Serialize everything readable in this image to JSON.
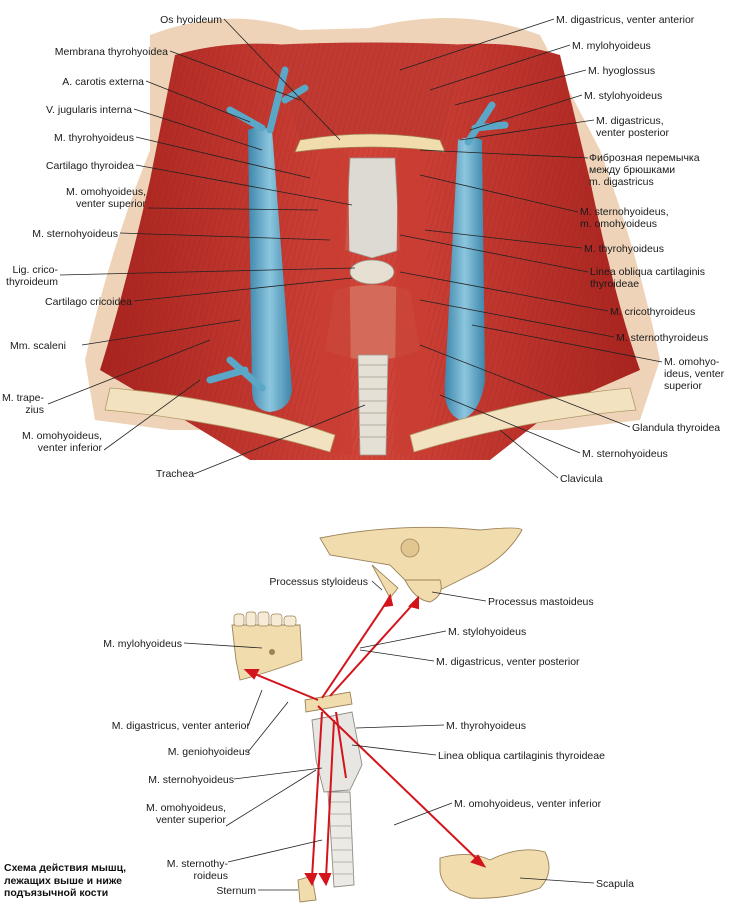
{
  "top_labels": {
    "os_hyoideum": "Os hyoideum",
    "membrana_thyrohyoidea": "Membrana thyrohyoidea",
    "a_carotis_externa": "A. carotis externa",
    "v_jugularis_interna": "V. jugularis interna",
    "m_thyrohyoideus_l": "M. thyrohyoideus",
    "cartilago_thyroidea": "Cartilago thyroidea",
    "m_omohyoideus_vs": "M. omohyoideus,\nventer superior",
    "m_sternohyoideus_l": "M. sternohyoideus",
    "lig_cricothyroideum": "Lig. crico-\nthyroideum",
    "cartilago_cricoidea": "Cartilago cricoidea",
    "mm_scaleni": "Mm. scaleni",
    "m_trapezius": "M. trape-\nzius",
    "m_omohyoideus_vi": "M. omohyoideus,\nventer inferior",
    "trachea": "Trachea",
    "m_digastricus_va": "M. digastricus, venter anterior",
    "m_mylohyoideus": "M. mylohyoideus",
    "m_hyoglossus": "M. hyoglossus",
    "m_stylohyoideus": "M. stylohyoideus",
    "m_digastricus_vp": "M. digastricus,\nventer posterior",
    "fibrous_bridge": "Фиброзная перемычка\nмежду брюшками\nm. digastricus",
    "m_sternohyoideus_m_omohyoideus": "M. sternohyoideus,\nm. omohyoideus",
    "m_thyrohyoideus_r": "M. thyrohyoideus",
    "linea_obliqua": "Linea obliqua cartilaginis\nthyroideae",
    "m_cricothyroideus": "M. cricothyroideus",
    "m_sternothyroideus": "M. sternothyroideus",
    "m_omohyoideus_vs_r": "M. omohyo-\nideus, venter\nsuperior",
    "glandula_thyroidea": "Glandula thyroidea",
    "m_sternohyoideus_r": "M. sternohyoideus",
    "clavicula": "Clavicula"
  },
  "bottom_labels": {
    "processus_styloideus": "Processus styloideus",
    "processus_mastoideus": "Processus mastoideus",
    "m_mylohyoideus": "M. mylohyoideus",
    "m_stylohyoideus": "M. stylohyoideus",
    "m_digastricus_vp": "M. digastricus, venter posterior",
    "m_digastricus_va": "M. digastricus, venter anterior",
    "m_thyrohyoideus": "M. thyrohyoideus",
    "m_geniohyoideus": "M. geniohyoideus",
    "linea_obliqua": "Linea obliqua cartilaginis thyroideae",
    "m_sternohyoideus": "M. sternohyoideus",
    "m_omohyoideus_vi": "M. omohyoideus, venter inferior",
    "m_omohyoideus_vs": "M. omohyoideus,\nventer superior",
    "m_sternothyroideus": "M. sternothy-\nroideus",
    "sternum": "Sternum",
    "scapula": "Scapula"
  },
  "caption": "Схема действия мышц,\nлежащих выше и ниже\nподъязычной кости",
  "colors": {
    "muscle": "#c8322d",
    "muscle_dark": "#8e1c1a",
    "vein": "#5aa7c8",
    "bone": "#f1dcae",
    "cartilage": "#e9e2d4",
    "arrow": "#d4141c"
  }
}
